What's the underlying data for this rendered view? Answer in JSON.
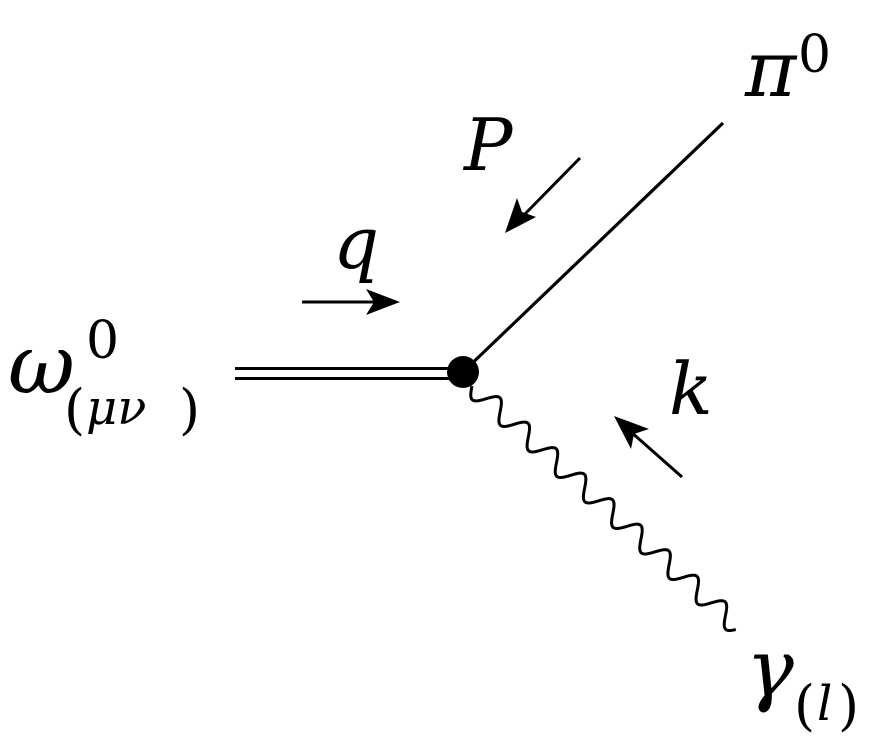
{
  "diagram": {
    "particles": {
      "omega": {
        "symbol": "ω",
        "superscript": "0",
        "subscript_open": "(",
        "subscript_mid": "μν",
        "subscript_close": ")"
      },
      "pion": {
        "symbol": "π",
        "superscript": "0"
      },
      "photon": {
        "symbol": "γ",
        "subscript_open": "(",
        "subscript_mid": "l",
        "subscript_close": ")"
      }
    },
    "momenta": {
      "q": "q",
      "P": "P",
      "k": "k"
    },
    "colors": {
      "ink": "#000000",
      "background": "#ffffff"
    }
  }
}
